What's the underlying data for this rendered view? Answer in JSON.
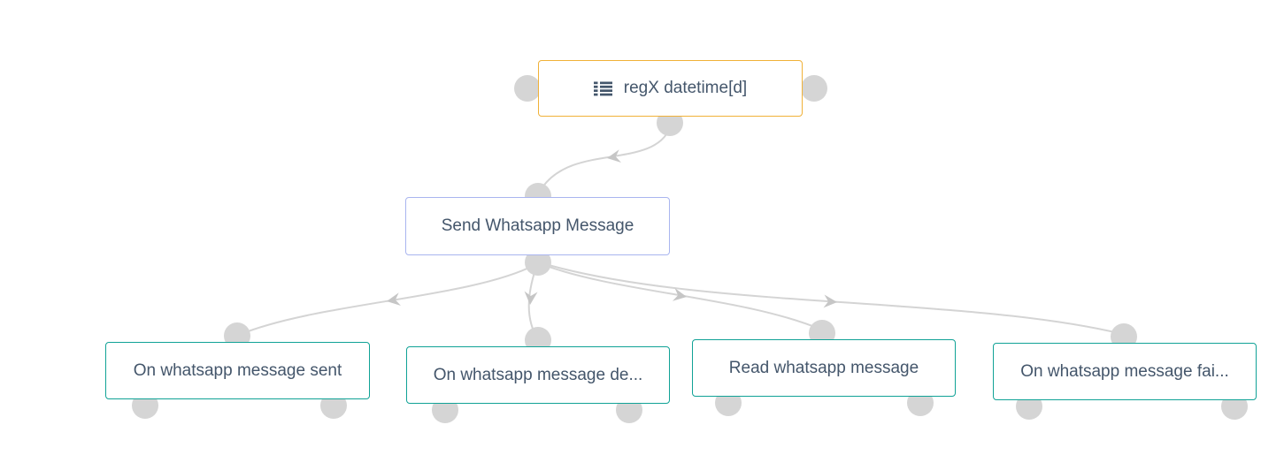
{
  "canvas": {
    "name": "whatsapp-flow-canvas",
    "background": "#ffffff",
    "colors": {
      "trigger_border": "#f0b138",
      "action_border": "#a9b5ef",
      "event_border": "#10a296",
      "text": "#44566b",
      "port_fill": "#d5d5d5",
      "connector": "#d4d4d4",
      "arrowhead": "#c6c6c6"
    },
    "nodes": [
      {
        "id": "regx",
        "type": "trigger",
        "icon": "list-icon",
        "label": "regX datetime[d]"
      },
      {
        "id": "send",
        "type": "action",
        "label": "Send Whatsapp Message"
      },
      {
        "id": "sent",
        "type": "event",
        "label": "On whatsapp message sent"
      },
      {
        "id": "delivered",
        "type": "event",
        "label": "On whatsapp message de..."
      },
      {
        "id": "read",
        "type": "event",
        "label": "Read whatsapp message"
      },
      {
        "id": "failed",
        "type": "event",
        "label": "On whatsapp message fai..."
      }
    ],
    "connections": [
      {
        "from": "regx",
        "to": "send"
      },
      {
        "from": "send",
        "to": "sent"
      },
      {
        "from": "send",
        "to": "delivered"
      },
      {
        "from": "send",
        "to": "read"
      },
      {
        "from": "send",
        "to": "failed"
      }
    ]
  }
}
